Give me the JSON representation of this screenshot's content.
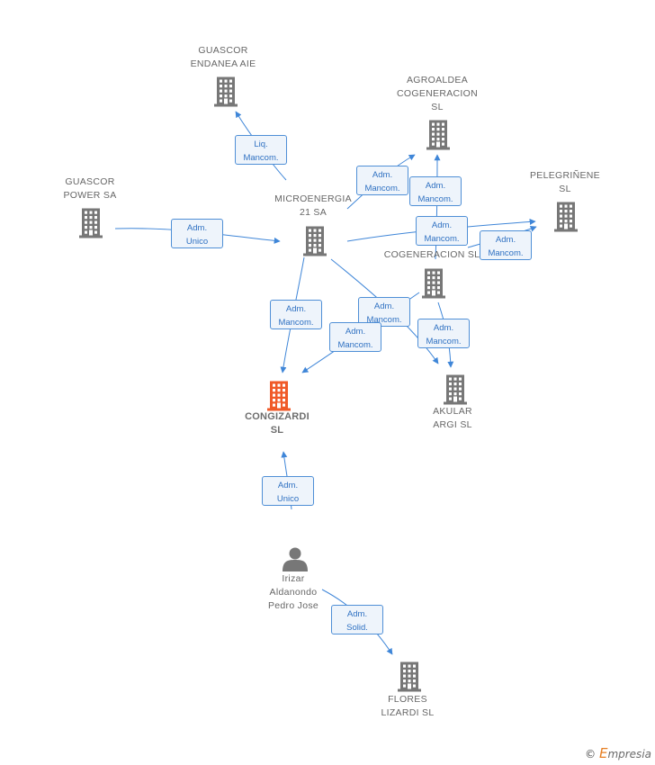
{
  "colors": {
    "edge": "#3f86d8",
    "company": "#777777",
    "main_company": "#f05a28",
    "person": "#777777"
  },
  "nodes": [
    {
      "id": "guascor_endanea",
      "label_lines": [
        "GUASCOR",
        "ENDANEA AIE"
      ],
      "type": "company"
    },
    {
      "id": "agroaldea",
      "label_lines": [
        "AGROALDEA",
        "COGENERACION",
        "SL"
      ],
      "type": "company"
    },
    {
      "id": "guascor_power",
      "label_lines": [
        "GUASCOR",
        "POWER SA"
      ],
      "type": "company"
    },
    {
      "id": "microenergia",
      "label_lines": [
        "MICROENERGIA",
        "21 SA"
      ],
      "type": "company"
    },
    {
      "id": "pelegrinene",
      "label_lines": [
        "PELEGRIÑENE",
        "SL"
      ],
      "type": "company"
    },
    {
      "id": "cogeneracion",
      "label_lines": [
        "COGENERACION SL"
      ],
      "type": "company"
    },
    {
      "id": "congizardi",
      "label_lines": [
        "CONGIZARDI",
        "SL"
      ],
      "type": "main"
    },
    {
      "id": "akular",
      "label_lines": [
        "AKULAR",
        "ARGI SL"
      ],
      "type": "company"
    },
    {
      "id": "irizar",
      "label_lines": [
        "Irizar",
        "Aldanondo",
        "Pedro Jose"
      ],
      "type": "person"
    },
    {
      "id": "flores",
      "label_lines": [
        "FLORES",
        "LIZARDI SL"
      ],
      "type": "company"
    }
  ],
  "edges": [
    {
      "from": "microenergia",
      "to": "guascor_endanea",
      "label_lines": [
        "Liq.",
        "Mancom."
      ]
    },
    {
      "from": "guascor_power",
      "to": "microenergia",
      "label_lines": [
        "Adm.",
        "Unico"
      ]
    },
    {
      "from": "microenergia",
      "to": "agroaldea",
      "label_lines": [
        "Adm.",
        "Mancom."
      ]
    },
    {
      "from": "cogeneracion",
      "to": "agroaldea",
      "label_lines": [
        "Adm.",
        "Mancom."
      ]
    },
    {
      "from": "microenergia",
      "to": "pelegrinene",
      "label_lines": [
        "Adm.",
        "Mancom."
      ]
    },
    {
      "from": "cogeneracion",
      "to": "pelegrinene",
      "label_lines": [
        "Adm.",
        "Mancom."
      ]
    },
    {
      "from": "microenergia",
      "to": "congizardi",
      "label_lines": [
        "Adm.",
        "Mancom."
      ]
    },
    {
      "from": "microenergia",
      "to": "akular",
      "label_lines": [
        "Adm.",
        "Mancom."
      ]
    },
    {
      "from": "cogeneracion",
      "to": "congizardi",
      "label_lines": [
        "Adm.",
        "Mancom."
      ]
    },
    {
      "from": "cogeneracion",
      "to": "akular",
      "label_lines": [
        "Adm.",
        "Mancom."
      ]
    },
    {
      "from": "irizar",
      "to": "congizardi",
      "label_lines": [
        "Adm.",
        "Unico"
      ]
    },
    {
      "from": "irizar",
      "to": "flores",
      "label_lines": [
        "Adm.",
        "Solid."
      ]
    }
  ],
  "footer": {
    "copyright": "©",
    "brand_initial": "E",
    "brand_rest": "mpresia"
  }
}
